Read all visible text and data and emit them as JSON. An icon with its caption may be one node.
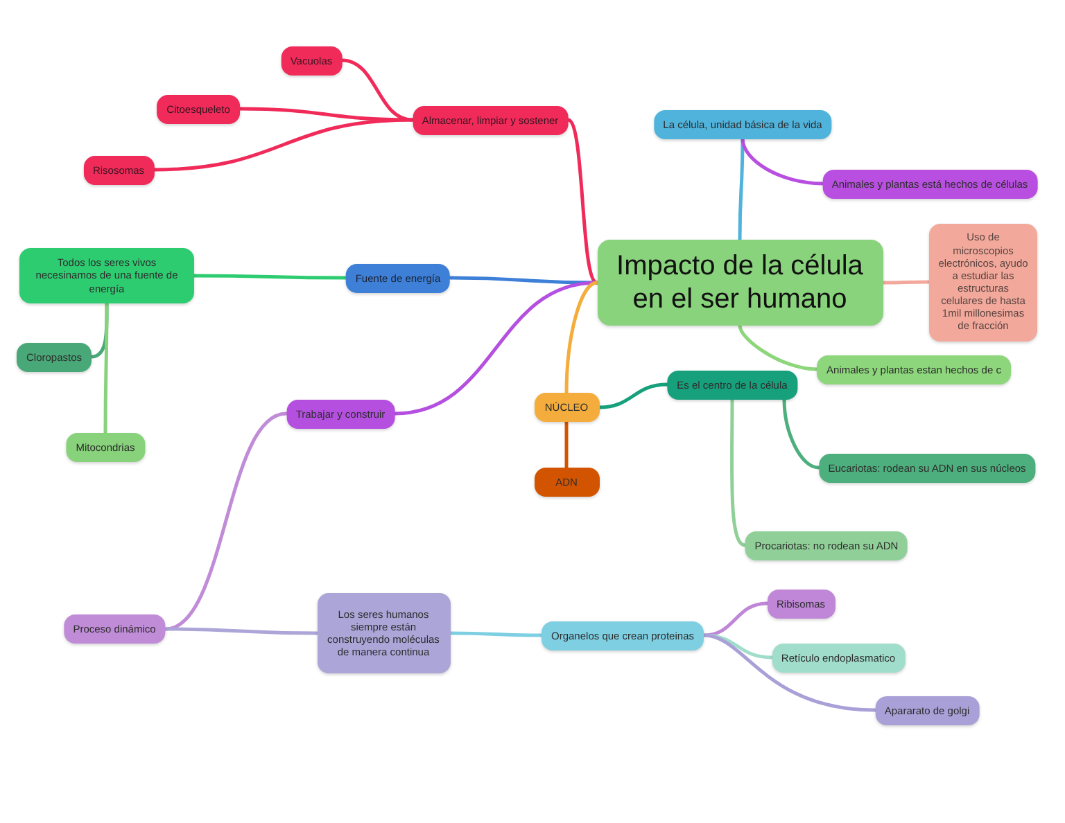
{
  "diagram": {
    "nodes": [
      {
        "text": [
          "Impacto de la célula en el ser humano"
        ]
      },
      {
        "text": [
          "La célula, unidad básica de la vida"
        ]
      },
      {
        "text": [
          "Animales y plantas está hechos de células"
        ]
      },
      {
        "text": [
          "Uso de microscopios electrónicos, ayudo a estudiar las estructuras celulares de hasta 1mil millonesimas de fracción"
        ]
      },
      {
        "text": [
          "Animales y plantas estan hechos de c"
        ]
      },
      {
        "text": [
          "Almacenar, limpiar y sostener"
        ]
      },
      {
        "text": [
          "Vacuolas"
        ]
      },
      {
        "text": [
          "Citoesqueleto"
        ]
      },
      {
        "text": [
          "Risosomas"
        ]
      },
      {
        "text": [
          "Fuente de energía"
        ]
      },
      {
        "text": [
          "Todos los seres vivos necesinamos de una fuente de energía"
        ]
      },
      {
        "text": [
          "Cloropastos"
        ]
      },
      {
        "text": [
          "Mitocondrias"
        ]
      },
      {
        "text": [
          "Trabajar y construir"
        ]
      },
      {
        "text": [
          "Proceso dinámico"
        ]
      },
      {
        "text": [
          "Los seres humanos siempre están construyendo moléculas de manera continua"
        ]
      },
      {
        "text": [
          "Organelos que crean proteinas"
        ]
      },
      {
        "text": [
          "Ribisomas"
        ]
      },
      {
        "text": [
          "Retículo endoplasmatico"
        ]
      },
      {
        "text": [
          "Apararato de golgi"
        ]
      },
      {
        "text": [
          "NÚCLEO"
        ]
      },
      {
        "text": [
          "ADN"
        ]
      },
      {
        "text": [
          "Es el centro de la célula"
        ]
      },
      {
        "text": [
          "Eucariotas: rodean su ADN en sus núcleos"
        ]
      },
      {
        "text": [
          "Procariotas: no rodean su ADN"
        ]
      }
    ],
    "edges": [
      {
        "from": 0,
        "to": 1,
        "arrow": "none",
        "color": "#4fb3dc"
      },
      {
        "from": 1,
        "to": 2,
        "arrow": "none",
        "color": "#b94fe0"
      },
      {
        "from": 0,
        "to": 3,
        "arrow": "none",
        "color": "#f2a99c"
      },
      {
        "from": 0,
        "to": 4,
        "arrow": "none",
        "color": "#8dd67c"
      },
      {
        "from": 0,
        "to": 5,
        "arrow": "none",
        "color": "#f02b5a"
      },
      {
        "from": 5,
        "to": 6,
        "arrow": "none",
        "color": "#f02b5a"
      },
      {
        "from": 5,
        "to": 7,
        "arrow": "none",
        "color": "#f02b5a"
      },
      {
        "from": 5,
        "to": 8,
        "arrow": "none",
        "color": "#f02b5a"
      },
      {
        "from": 0,
        "to": 9,
        "arrow": "none",
        "color": "#3e80d8"
      },
      {
        "from": 9,
        "to": 10,
        "arrow": "none",
        "color": "#2ecc71"
      },
      {
        "from": 10,
        "to": 11,
        "arrow": "none",
        "color": "#49a878"
      },
      {
        "from": 10,
        "to": 12,
        "arrow": "none",
        "color": "#88d27b"
      },
      {
        "from": 0,
        "to": 13,
        "arrow": "none",
        "color": "#b54fe0"
      },
      {
        "from": 13,
        "to": 14,
        "arrow": "none",
        "color": "#c08bd7"
      },
      {
        "from": 14,
        "to": 15,
        "arrow": "none",
        "color": "#aca5d8"
      },
      {
        "from": 15,
        "to": 16,
        "arrow": "none",
        "color": "#7ecfe2"
      },
      {
        "from": 16,
        "to": 17,
        "arrow": "none",
        "color": "#c087d8"
      },
      {
        "from": 16,
        "to": 18,
        "arrow": "none",
        "color": "#a0ddca"
      },
      {
        "from": 16,
        "to": 19,
        "arrow": "none",
        "color": "#aaa0d8"
      },
      {
        "from": 0,
        "to": 20,
        "arrow": "none",
        "color": "#f4ad3c"
      },
      {
        "from": 20,
        "to": 21,
        "arrow": "none",
        "color": "#d35400"
      },
      {
        "from": 20,
        "to": 22,
        "arrow": "none",
        "color": "#16a07b"
      },
      {
        "from": 22,
        "to": 23,
        "arrow": "none",
        "color": "#4daf7d"
      },
      {
        "from": 22,
        "to": 24,
        "arrow": "none",
        "color": "#90d098"
      }
    ]
  }
}
